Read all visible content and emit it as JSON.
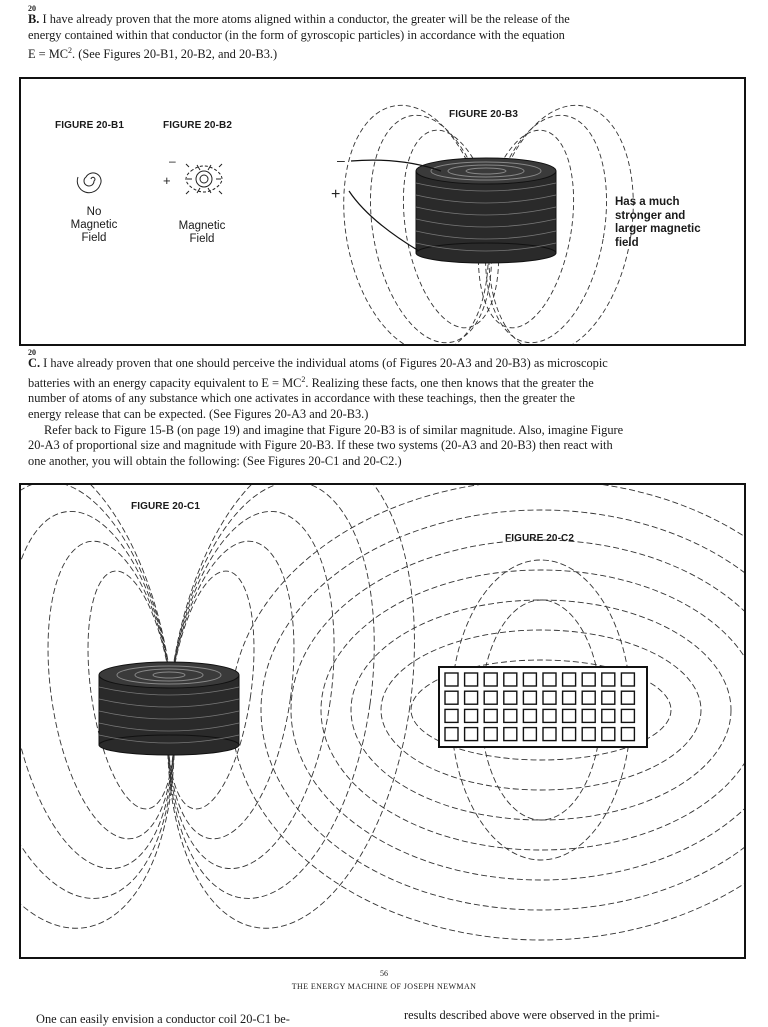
{
  "section_b": {
    "number": "20",
    "letter": "B.",
    "text_line1": "I have already proven that the more atoms aligned within a conductor, the greater will be the release of the",
    "text_line2": "energy contained within that conductor (in the form of gyroscopic particles) in accordance with the equation",
    "equation_prefix": "E = MC",
    "equation_exp": "2",
    "text_line3_rest": ". (See Figures 20-B1, 20-B2, and 20-B3.)"
  },
  "figure_b": {
    "b1_label": "FIGURE 20-B1",
    "b2_label": "FIGURE 20-B2",
    "b3_label": "FIGURE 20-B3",
    "b1_caption_1": "No",
    "b1_caption_2": "Magnetic",
    "b1_caption_3": "Field",
    "b2_caption_1": "Magnetic",
    "b2_caption_2": "Field",
    "plus_sign": "+",
    "minus_sign": "–",
    "b3_note_1": "Has a much",
    "b3_note_2": "stronger and",
    "b3_note_3": "larger magnetic",
    "b3_note_4": "field"
  },
  "section_c": {
    "number": "20",
    "letter": "C.",
    "line1_a": "I have already proven that one should perceive the individual atoms (of Figures 20-A3 and 20-B3) as microscopic",
    "line2_a": "batteries with an energy capacity equivalent to E = MC",
    "line2_exp": "2",
    "line2_b": ". Realizing these facts, one then knows that the greater the",
    "line3": "number of atoms of any substance which one activates in accordance with these teachings, then the greater the",
    "line4": "energy release that can be expected. (See Figures 20-A3 and 20-B3.)",
    "line5": "Refer back to Figure 15-B  (on page 19)  and imagine that Figure 20-B3 is of similar magnitude. Also, imagine Figure",
    "line6": "20-A3 of proportional size and magnitude with Figure 20-B3. If these two systems (20-A3 and 20-B3) then react with",
    "line7": "one another, you will obtain the following: (See Figures 20-C1 and 20-C2.)"
  },
  "figure_c": {
    "c1_label": "FIGURE 20-C1",
    "c2_label": "FIGURE 20-C2"
  },
  "footer": {
    "page_number": "56",
    "book_title": "THE ENERGY MACHINE OF JOSEPH NEWMAN"
  },
  "bottom": {
    "left_text": "One can easily envision a conductor coil 20-C1 be-",
    "right_text": "results described above were observed in the primi-"
  }
}
